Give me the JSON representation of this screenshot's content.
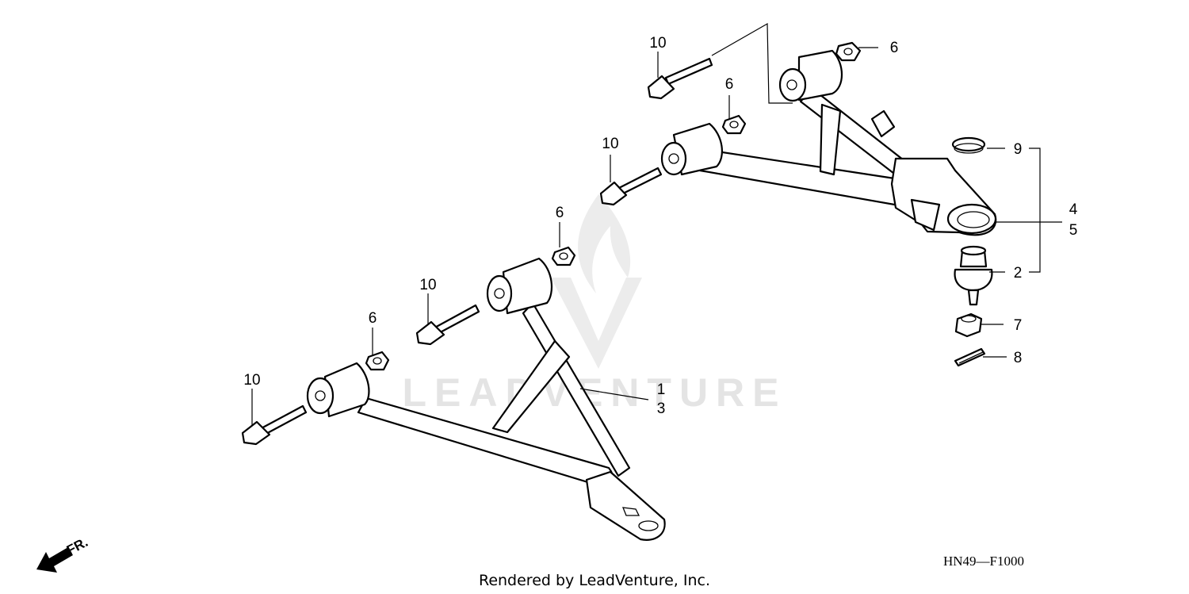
{
  "watermark": {
    "text": "LEADVENTURE"
  },
  "callouts": {
    "c10a": "10",
    "c10b": "10",
    "c10c": "10",
    "c10d": "10",
    "c6a": "6",
    "c6b": "6",
    "c6c": "6",
    "c6d": "6",
    "c9": "9",
    "c4": "4",
    "c5": "5",
    "c2": "2",
    "c7": "7",
    "c8": "8",
    "c1": "1",
    "c3": "3"
  },
  "direction": {
    "label": "FR."
  },
  "diagram_code": "HN49—F1000",
  "credit": "Rendered by LeadVenture, Inc.",
  "colors": {
    "line": "#000000",
    "background": "#ffffff",
    "watermark": "#e4e4e4"
  },
  "icons": [
    "front-direction-arrow-icon",
    "leadventure-logo-icon"
  ]
}
